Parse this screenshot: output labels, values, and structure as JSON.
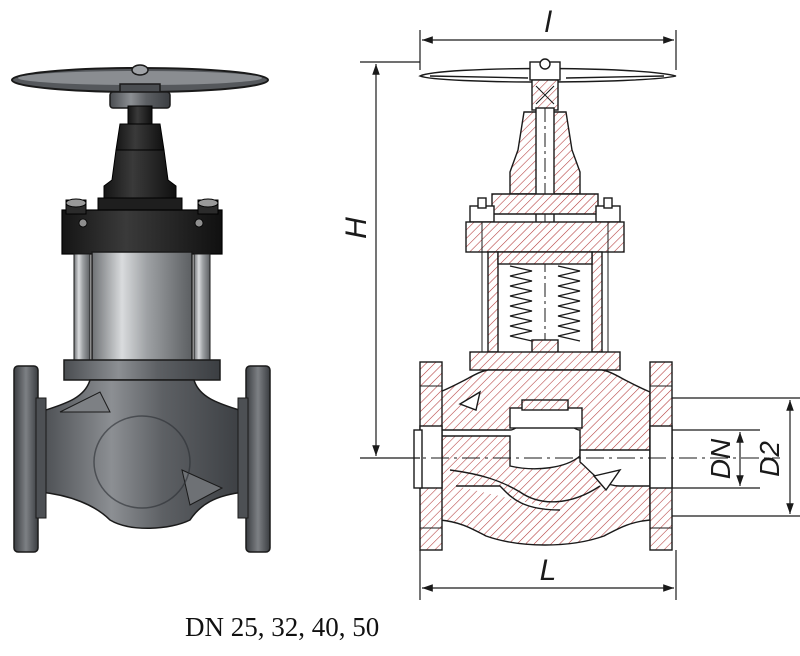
{
  "dimensions": {
    "length_top": "l",
    "height": "H",
    "length_bottom": "L",
    "nominal_diameter": "DN",
    "flange_diameter": "D2"
  },
  "caption": "DN 25, 32, 40, 50",
  "colors": {
    "line": "#1a1a1a",
    "hatch": "#b33a3a",
    "metal_dark": "#2a2a2a",
    "metal_mid": "#6b6e72",
    "metal_light": "#b5b8bc"
  }
}
